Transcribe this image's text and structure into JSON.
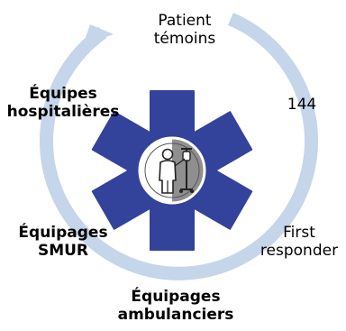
{
  "diagram": {
    "nodes": {
      "top": {
        "line1": "Patient",
        "line2": "témoins"
      },
      "right_upper": {
        "line1": "144"
      },
      "right_lower": {
        "line1": "First",
        "line2": "responder"
      },
      "bottom": {
        "line1": "Équipages",
        "line2": "ambulanciers"
      },
      "left_lower": {
        "line1": "Équipages",
        "line2": "SMUR"
      },
      "left_upper": {
        "line1": "Équipes",
        "line2": "hospitalières"
      }
    },
    "center_icon": "star-of-life-with-patient-icon",
    "arrow": "clockwise-cycle-arrow"
  },
  "colors": {
    "ring": "#c5d5ea",
    "star": "#33429a",
    "medallion_left": "#ffffff",
    "medallion_right": "#8f8f8f",
    "text": "#000000"
  }
}
